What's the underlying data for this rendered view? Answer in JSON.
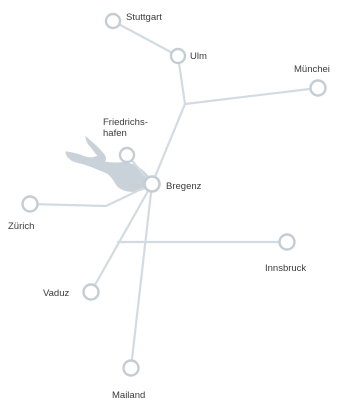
{
  "map": {
    "colors": {
      "route_line": "#d3dbe2",
      "marker_stroke": "#c4ccd4",
      "lake": "#c9d1d9",
      "label_text": "#3a3a3a",
      "background": "#ffffff"
    },
    "cities": {
      "stuttgart": "Stuttgart",
      "ulm": "Ulm",
      "muenchen": "Münchei",
      "friedrichshafen_line1": "Friedrichs-",
      "friedrichshafen_line2": "hafen",
      "bregenz": "Bregenz",
      "zuerich": "Zürich",
      "innsbruck": "Innsbruck",
      "vaduz": "Vaduz",
      "mailand": "Mailand"
    },
    "lake_name": ""
  }
}
